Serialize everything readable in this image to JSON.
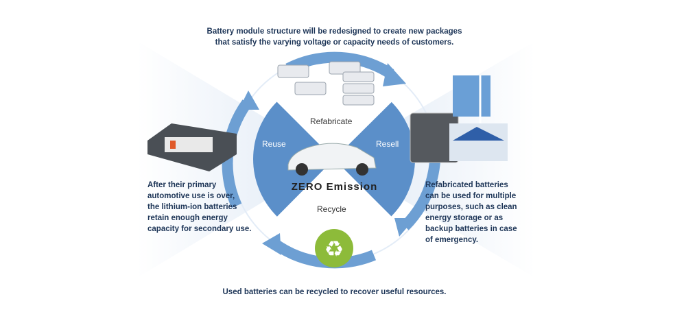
{
  "top_caption": [
    "Battery module structure will be redesigned to create new packages",
    "that satisfy the varying voltage or capacity needs of customers."
  ],
  "left_caption": [
    "After their primary",
    "automotive use is over,",
    "the lithium-ion batteries",
    "retain enough energy",
    "capacity for secondary use."
  ],
  "right_caption": [
    "Refabricated batteries",
    "can be used for multiple",
    "purposes, such as clean",
    "energy storage or as",
    "backup batteries in case",
    "of emergency."
  ],
  "bottom_caption": "Used batteries can be recycled to recover useful resources.",
  "labels": {
    "refabricate": "Refabricate",
    "reuse": "Reuse",
    "resell": "Resell",
    "recycle": "Recycle"
  },
  "logo": "ZERO Emission",
  "colors": {
    "quadrant": "#5b8fc9",
    "arrow": "#6d9fd3",
    "text": "#1d3557",
    "recycle": "#8dbb3a"
  }
}
